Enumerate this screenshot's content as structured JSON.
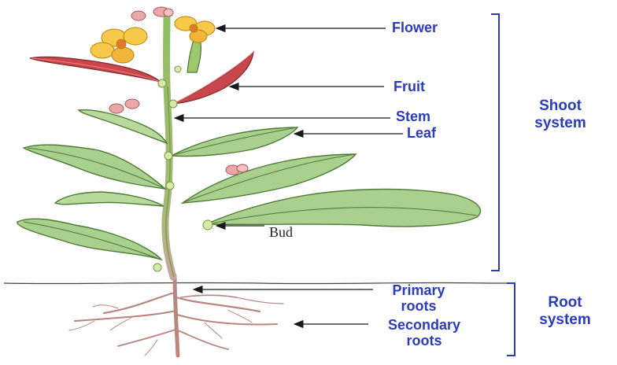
{
  "labels": {
    "flower": "Flower",
    "fruit": "Fruit",
    "stem": "Stem",
    "leaf": "Leaf",
    "bud": "Bud",
    "primary_roots_1": "Primary",
    "primary_roots_2": "roots",
    "secondary_roots_1": "Secondary",
    "secondary_roots_2": "roots"
  },
  "groups": {
    "shoot_1": "Shoot",
    "shoot_2": "system",
    "root_1": "Root",
    "root_2": "system"
  },
  "colors": {
    "label_text": "#2b3bbd",
    "arrow": "#1a1a1a",
    "leaf_fill": "#a9d08e",
    "leaf_edge": "#4e7a33",
    "stem": "#8fb56a",
    "root": "#b9857e",
    "petal": "#f6c94a",
    "fruit": "#c9464a"
  }
}
